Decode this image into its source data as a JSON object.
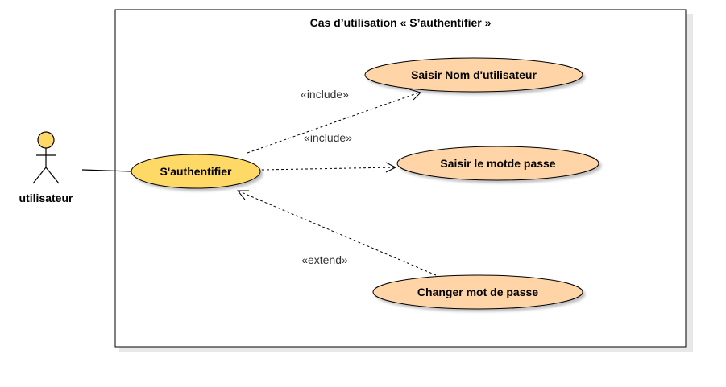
{
  "system": {
    "title": "Cas d’utilisation « S’authentifier »"
  },
  "actor": {
    "name": "utilisateur",
    "color": "#FFD966"
  },
  "use_cases": {
    "main": {
      "label": "S'authentifier",
      "color": "#FFD966"
    },
    "username": {
      "label": "Saisir Nom d'utilisateur",
      "color": "#FFD5A8"
    },
    "password": {
      "label": "Saisir le motde passe",
      "color": "#FFD5A8"
    },
    "change": {
      "label": "Changer mot de passe",
      "color": "#FFD5A8"
    }
  },
  "relations": {
    "include_username": "«include»",
    "include_password": "«include»",
    "extend_change": "«extend»"
  }
}
